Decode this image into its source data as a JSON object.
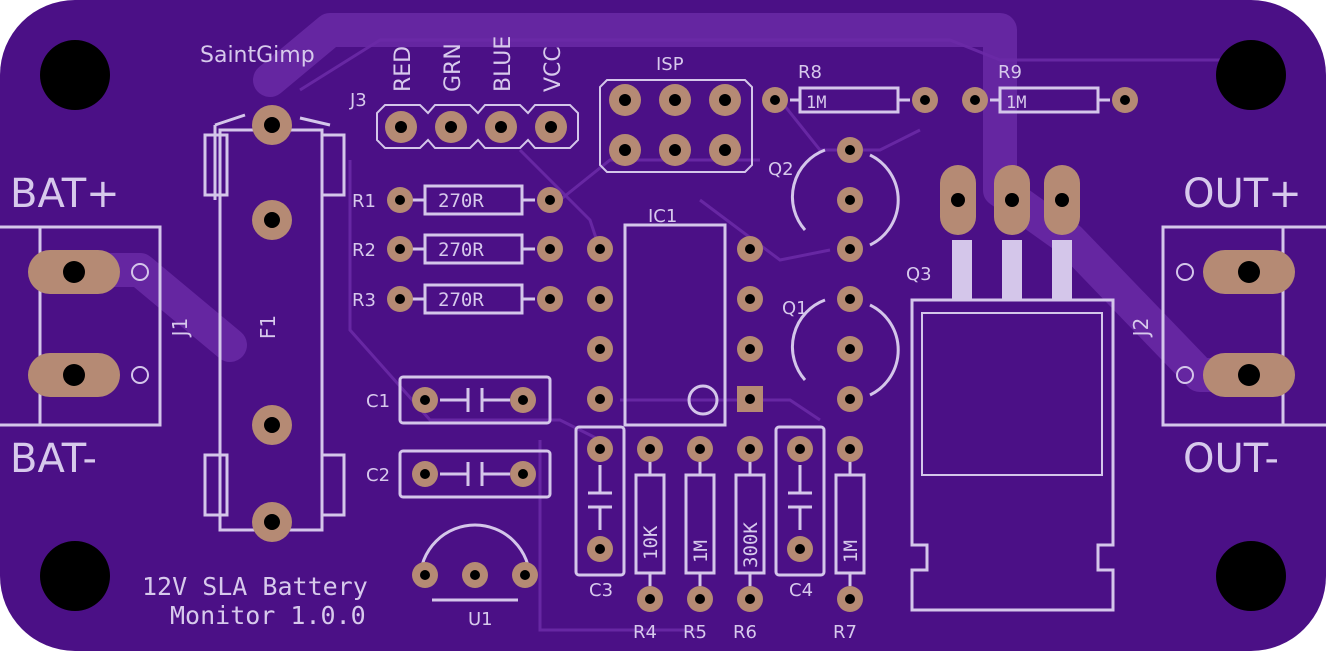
{
  "board": {
    "author": "SaintGimp",
    "title_line1": "12V SLA Battery",
    "title_line2": "Monitor 1.0.0",
    "colors": {
      "board": "#4b1086",
      "background": "#ffffff",
      "silkscreen": "#d7c9ec",
      "copper_pad": "#b58a74",
      "drill": "#000000",
      "trace": "#6a2aa6"
    }
  },
  "labels": {
    "bat_plus": "BAT+",
    "bat_minus": "BAT-",
    "out_plus": "OUT+",
    "out_minus": "OUT-",
    "j1": "J1",
    "j2": "J2",
    "j3": "J3",
    "f1": "F1",
    "isp": "ISP",
    "ic1": "IC1",
    "q1": "Q1",
    "q2": "Q2",
    "q3": "Q3",
    "u1": "U1",
    "c1": "C1",
    "c2": "C2",
    "c3": "C3",
    "c4": "C4",
    "r1": "R1",
    "r2": "R2",
    "r3": "R3",
    "r4": "R4",
    "r5": "R5",
    "r6": "R6",
    "r7": "R7",
    "r8": "R8",
    "r9": "R9",
    "j3_pins": [
      "RED",
      "GRN",
      "BLUE",
      "VCC"
    ]
  },
  "values": {
    "r1": "270R",
    "r2": "270R",
    "r3": "270R",
    "r4": "10K",
    "r5": "1M",
    "r6": "300K",
    "r7": "1M",
    "r8": "1M",
    "r9": "1M"
  },
  "icons": {
    "mounting_hole": "mounting-hole-icon",
    "pad": "pad-icon",
    "capacitor": "capacitor-symbol-icon"
  }
}
